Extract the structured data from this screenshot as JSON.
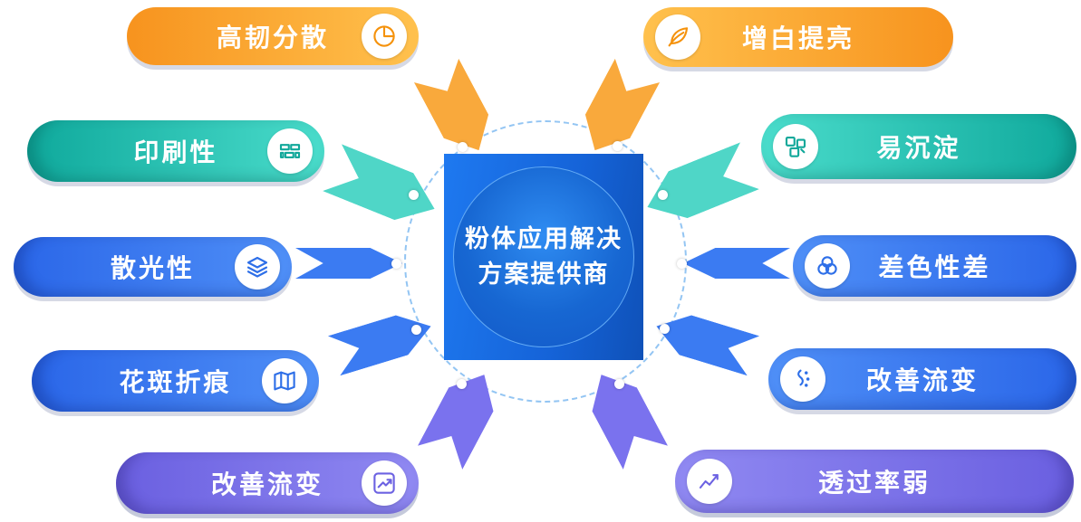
{
  "center": {
    "title_line1": "粉体应用解决",
    "title_line2": "方案提供商"
  },
  "left_items": [
    {
      "label": "高韧分散",
      "icon": "pie-chart-icon",
      "color": "#F7931E"
    },
    {
      "label": "印刷性",
      "icon": "printing-blocks-icon",
      "color": "#0FA99C"
    },
    {
      "label": "散光性",
      "icon": "layers-icon",
      "color": "#2A66E8"
    },
    {
      "label": "花斑折痕",
      "icon": "folded-map-icon",
      "color": "#2A66E8"
    },
    {
      "label": "改善流变",
      "icon": "trend-chart-icon",
      "color": "#6A5FE0"
    }
  ],
  "right_items": [
    {
      "label": "增白提亮",
      "icon": "leaf-icon",
      "color": "#F7931E"
    },
    {
      "label": "易沉淀",
      "icon": "puzzle-blocks-icon",
      "color": "#0FA99C"
    },
    {
      "label": "差色性差",
      "icon": "color-circles-icon",
      "color": "#2A66E8"
    },
    {
      "label": "改善流变",
      "icon": "dots-flow-icon",
      "color": "#2A66E8"
    },
    {
      "label": "透过率弱",
      "icon": "line-chart-icon",
      "color": "#6A5FE0"
    }
  ],
  "colors": {
    "orange": "#F7931E",
    "teal": "#0FA99C",
    "blue": "#2A66E8",
    "purple": "#6A5FE0",
    "center_blue": "#1563D8",
    "dashed_ring": "#93C5F3"
  }
}
